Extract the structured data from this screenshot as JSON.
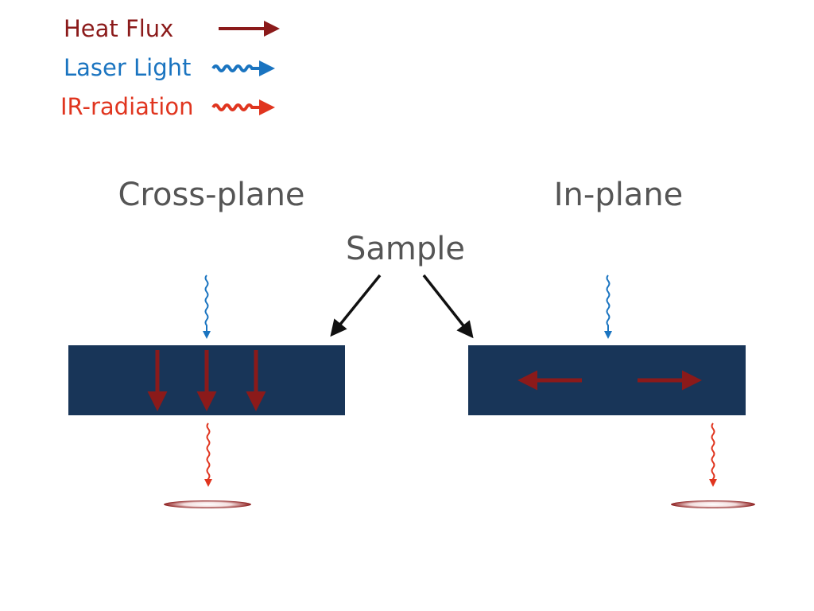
{
  "legend": {
    "heat_flux": "Heat Flux",
    "laser_light": "Laser Light",
    "ir_radiation": "IR-radiation"
  },
  "panels": {
    "cross_plane": "Cross-plane",
    "in_plane": "In-plane"
  },
  "sample_label": "Sample",
  "colors": {
    "heat_flux": "#8b1a1a",
    "laser_light": "#1a74c0",
    "ir_radiation": "#e0351f",
    "sample": "#183558",
    "text": "#555555",
    "pointer": "#111111"
  }
}
